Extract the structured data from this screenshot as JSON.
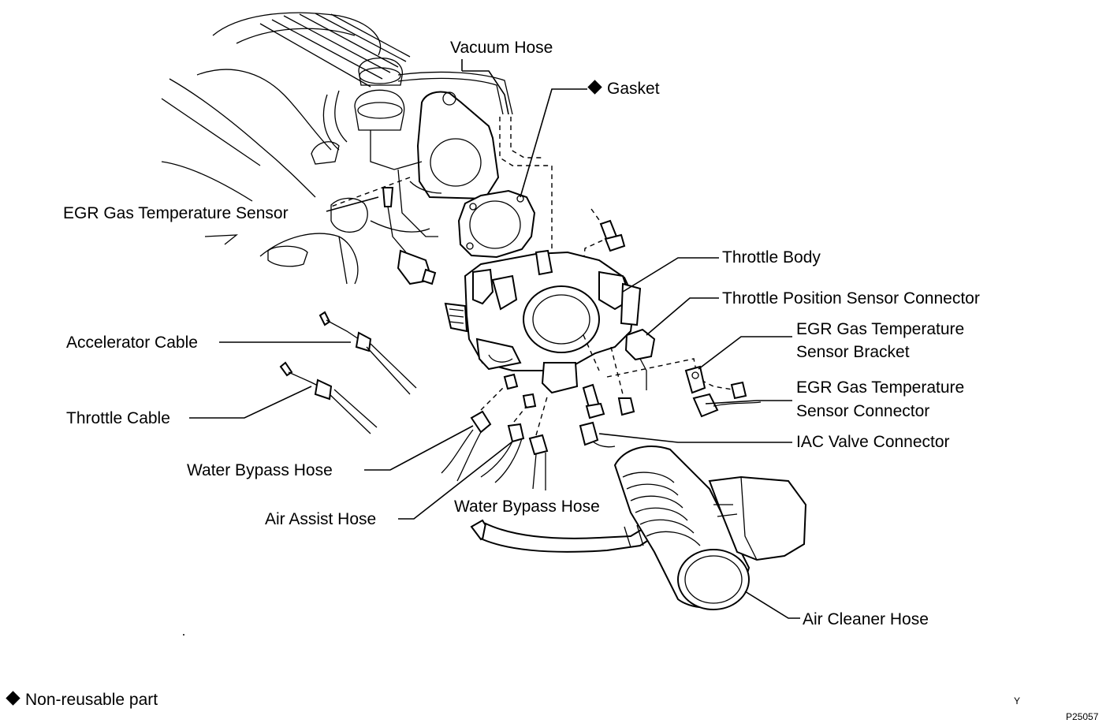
{
  "diagram": {
    "labels": {
      "vacuum_hose": "Vacuum Hose",
      "gasket": "Gasket",
      "egr_gas_temp_sensor": "EGR Gas Temperature Sensor",
      "throttle_body": "Throttle Body",
      "tps_connector": "Throttle Position Sensor Connector",
      "egr_bracket_1": "EGR Gas Temperature",
      "egr_bracket_2": "Sensor Bracket",
      "egr_connector_1": "EGR Gas Temperature",
      "egr_connector_2": "Sensor Connector",
      "accelerator_cable": "Accelerator Cable",
      "throttle_cable": "Throttle Cable",
      "iac_valve_connector": "IAC Valve Connector",
      "water_bypass_hose_left": "Water Bypass Hose",
      "air_assist_hose": "Air Assist Hose",
      "water_bypass_hose_center": "Water Bypass Hose",
      "air_cleaner_hose": "Air Cleaner Hose"
    },
    "legend": {
      "text": "Non-reusable part",
      "symbol": "diamond-icon"
    },
    "corner_mark": "Y",
    "figure_code": "P25057"
  }
}
